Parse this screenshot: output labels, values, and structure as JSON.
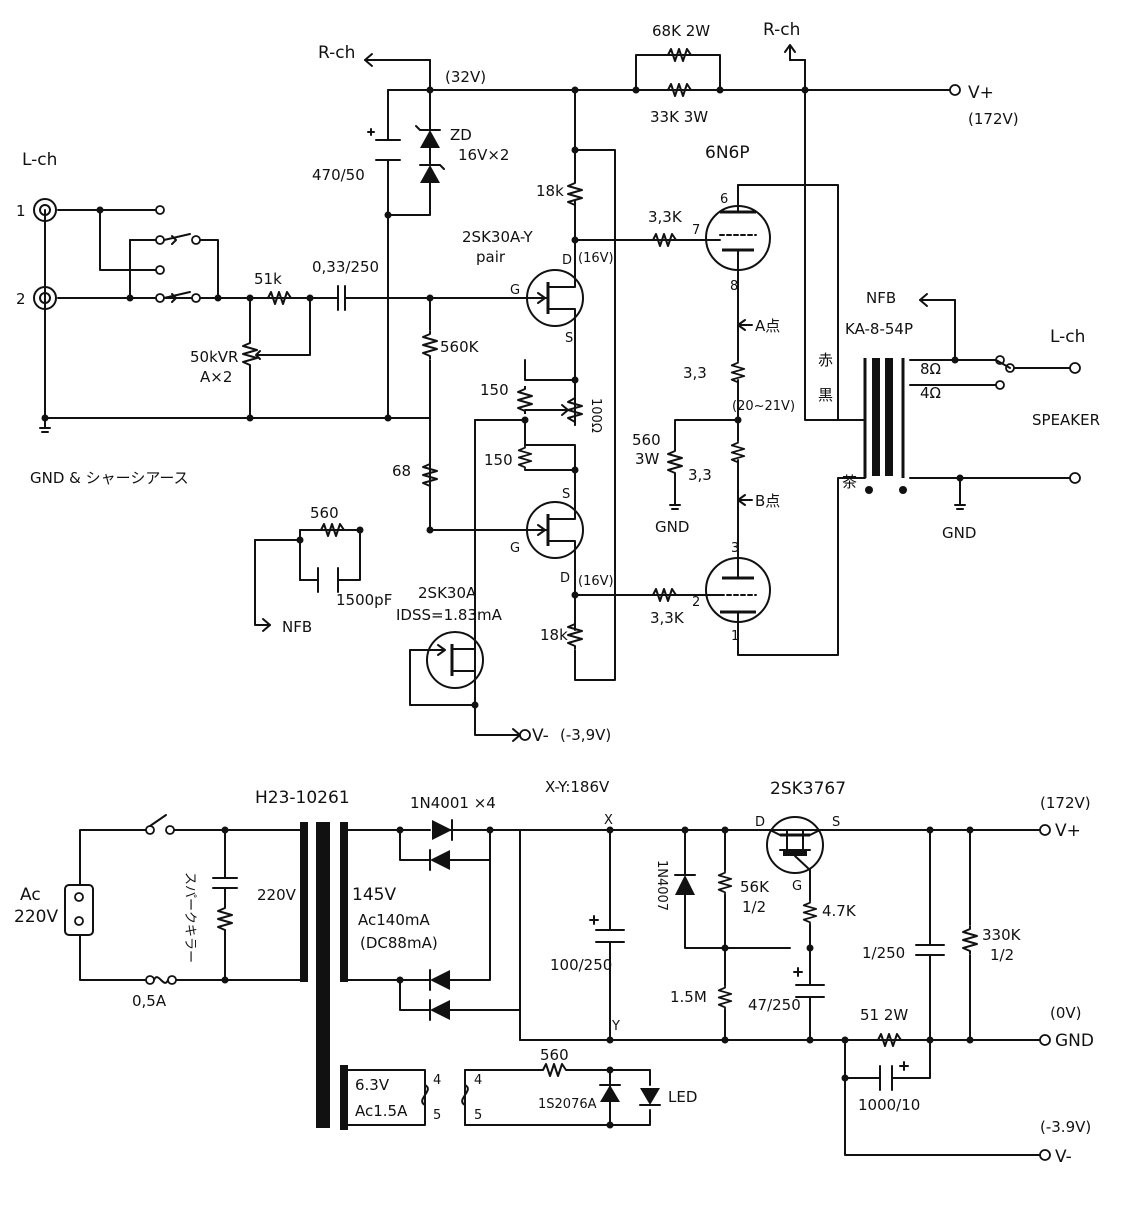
{
  "amp": {
    "lch_input": "L-ch",
    "jack1": "1",
    "jack2": "2",
    "gnd_chassis": "GND & シャーシアース",
    "rch_top_left": "R-ch",
    "rch_top_right": "R-ch",
    "v32": "(32V)",
    "r_68k": "68K 2W",
    "r_33k": "33K 3W",
    "vplus_top": "V+",
    "v172_top": "(172V)",
    "cap_470": "470/50",
    "zener": "ZD",
    "zener_spec": "16V×2",
    "r18k_top": "18k",
    "tube": "6N6P",
    "r33k_top": "3,3K",
    "pin6": "6",
    "pin7": "7",
    "pin8": "8",
    "fet_pair": "2SK30A-Y",
    "fet_pair2": "pair",
    "cap_033": "0,33/250",
    "r51k": "51k",
    "v16_top": "(16V)",
    "pot": "50kVR",
    "pot2": "A×2",
    "r560k": "560K",
    "g1": "G",
    "d1": "D",
    "s1": "S",
    "r150a": "150",
    "r150b": "150",
    "pot100": "100Ω",
    "point_a": "A点",
    "r33a": "3,3",
    "v2021": "(20~21V)",
    "r560_3w": "560",
    "r560_3w_b": "3W",
    "r33b": "3,3",
    "gnd_mid": "GND",
    "point_b": "B点",
    "nfb_top": "NFB",
    "transformer": "KA-8-54P",
    "red": "赤",
    "black": "黒",
    "brown": "茶",
    "lch_out": "L-ch",
    "ohm8": "8Ω",
    "ohm4": "4Ω",
    "speaker": "SPEAKER",
    "gnd_out": "GND",
    "r68": "68",
    "r560": "560",
    "cap1500": "1500pF",
    "nfb_left": "NFB",
    "g2": "G",
    "s2": "S",
    "d2": "D",
    "v16_bot": "(16V)",
    "ccs_fet": "2SK30A",
    "idss": "IDSS=1.83mA",
    "r18k_bot": "18k",
    "r33k_bot": "3,3K",
    "pin3": "3",
    "pin2": "2",
    "pin1": "1",
    "vminus_top": "V-",
    "vminus_top_v": "(-3,9V)"
  },
  "psu": {
    "ptrans": "H23-10261",
    "diodes": "1N4001 ×4",
    "xy": "X-Y:186V",
    "x": "X",
    "y": "Y",
    "mosfet": "2SK3767",
    "d": "D",
    "s": "S",
    "g": "G",
    "v172": "(172V)",
    "vplus": "V+",
    "ac": "Ac",
    "ac220": "220V",
    "spark": "スパークキラー",
    "p220": "220V",
    "s145": "145V",
    "ac140": "Ac140mA",
    "dc88": "(DC88mA)",
    "cap100": "100/250",
    "d1n4007": "1N4007",
    "r56k": "56K",
    "r56k_w": "1/2",
    "r47k": "4.7K",
    "cap1250": "1/250",
    "r330k": "330K",
    "r330k_w": "1/2",
    "r15m": "1.5M",
    "cap47": "47/250",
    "r51": "51 2W",
    "v0": "(0V)",
    "gnd": "GND",
    "fuse": "0,5A",
    "h63": "6.3V",
    "h15": "Ac1.5A",
    "p4a": "4",
    "p5a": "5",
    "p4b": "4",
    "p5b": "5",
    "r560": "560",
    "d1s": "1S2076A",
    "led": "LED",
    "cap1000": "1000/10",
    "v39": "(-3.9V)",
    "vminus": "V-"
  }
}
